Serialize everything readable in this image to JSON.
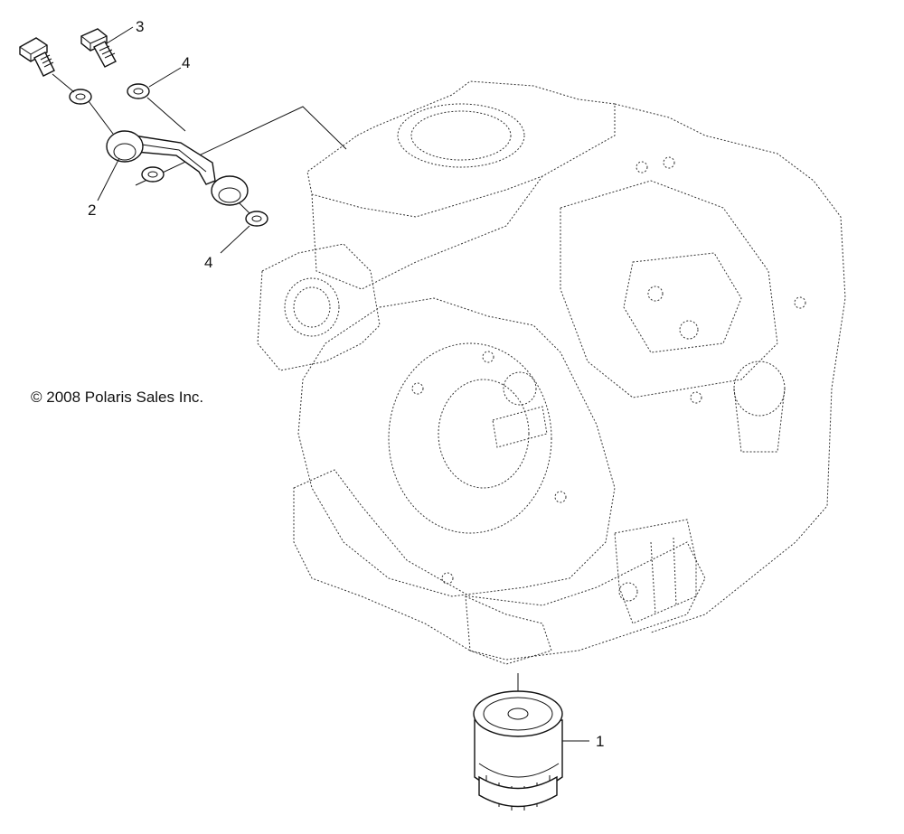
{
  "diagram": {
    "copyright": "© 2008 Polaris Sales Inc.",
    "callouts": {
      "filter": "1",
      "oil_line": "2",
      "bolts": "3",
      "washers_top": "4",
      "washers_bottom": "4"
    }
  }
}
